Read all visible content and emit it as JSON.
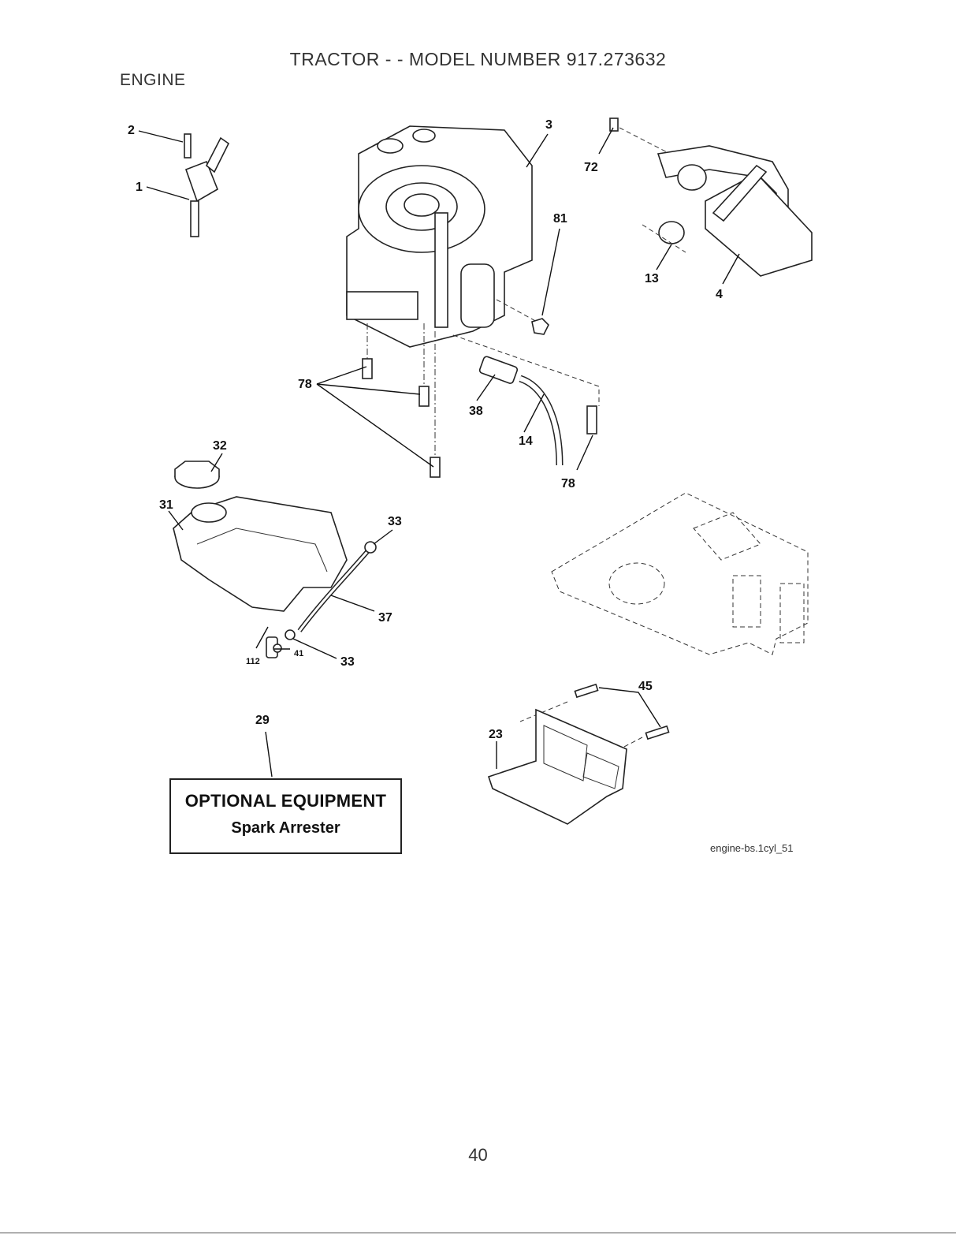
{
  "header": {
    "title": "TRACTOR - - MODEL NUMBER 917.273632",
    "section": "ENGINE"
  },
  "callouts": [
    "1",
    "2",
    "3",
    "72",
    "13",
    "4",
    "81",
    "78",
    "38",
    "14",
    "78",
    "32",
    "31",
    "33",
    "37",
    "112",
    "41",
    "33",
    "45",
    "23",
    "29"
  ],
  "optional_equipment": {
    "title": "OPTIONAL EQUIPMENT",
    "item": "Spark Arrester"
  },
  "drawing_id": "engine-bs.1cyl_51",
  "page_number": "40"
}
